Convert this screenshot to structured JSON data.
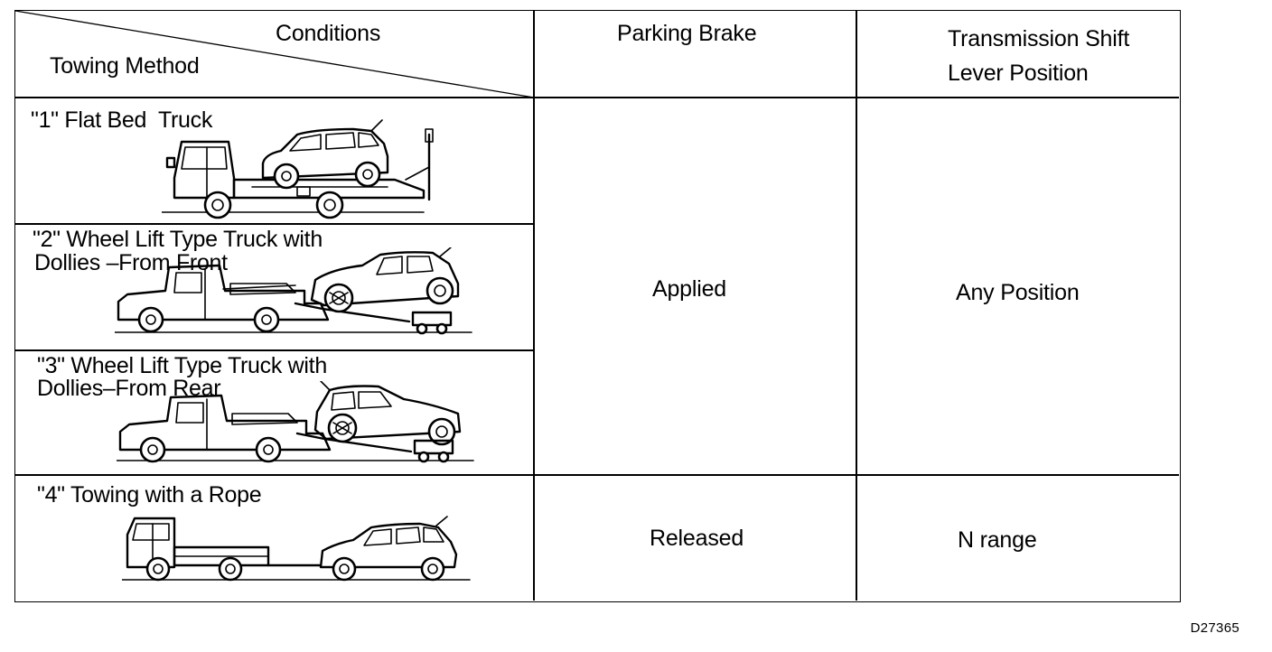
{
  "table": {
    "header": {
      "conditions": "Conditions",
      "towing_method": "Towing Method",
      "parking_brake": "Parking  Brake",
      "transmission_line1": "Transmission Shift",
      "transmission_line2": "Lever Position"
    },
    "methods": [
      {
        "label_line1": "\"1\" Flat Bed  Truck",
        "label_line2": "",
        "illustration": "flat-bed-truck-illustration"
      },
      {
        "label_line1": "\"2\" Wheel Lift Type Truck with",
        "label_line2": "Dollies –From Front",
        "illustration": "wheel-lift-front-illustration"
      },
      {
        "label_line1": "\"3\" Wheel Lift Type Truck with",
        "label_line2": "Dollies–From Rear",
        "illustration": "wheel-lift-rear-illustration"
      },
      {
        "label_line1": "\"4\" Towing with a Rope",
        "label_line2": "",
        "illustration": "rope-towing-illustration"
      }
    ],
    "parking_brake_values": {
      "methods_1_3": "Applied",
      "method_4": "Released"
    },
    "transmission_values": {
      "methods_1_3": "Any Position",
      "method_4": "N range"
    }
  },
  "figure_code": "D27365"
}
